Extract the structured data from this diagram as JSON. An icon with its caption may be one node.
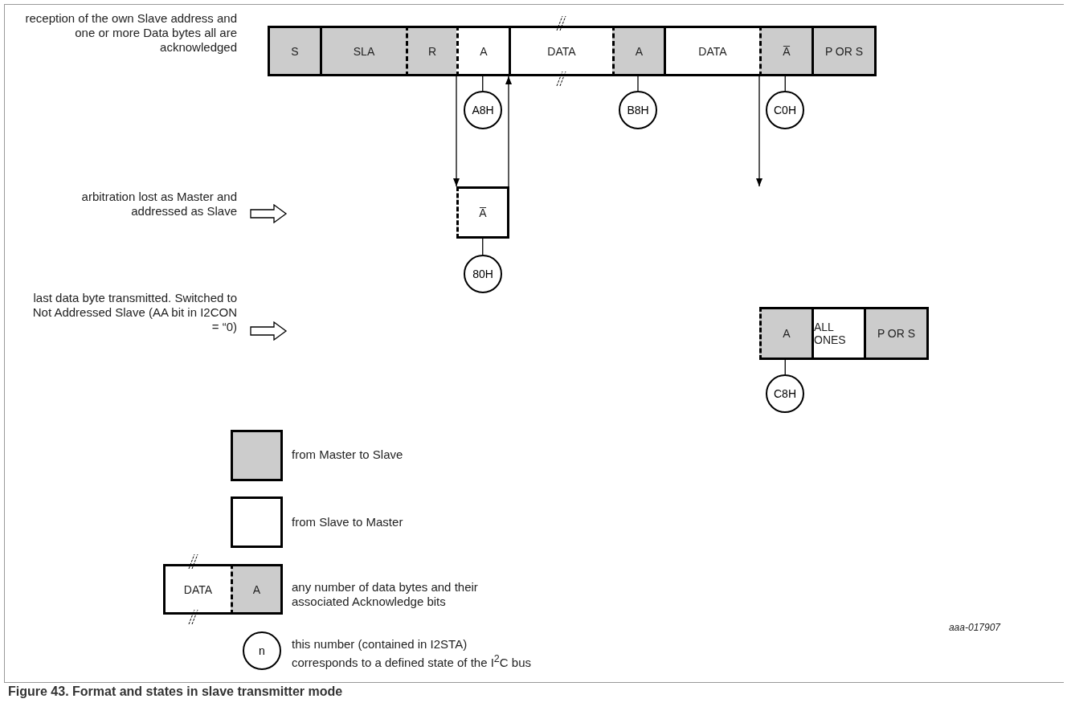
{
  "diagram": {
    "caption": "Figure 43. Format and states in slave transmitter mode",
    "nodes": [
      {
        "text": [
          "S"
        ]
      },
      {
        "text": [
          "SLA"
        ]
      },
      {
        "text": [
          "R"
        ]
      },
      {
        "text": [
          "A"
        ]
      },
      {
        "text": [
          "DATA"
        ]
      },
      {
        "text": [
          "A"
        ]
      },
      {
        "text": [
          "DATA"
        ]
      },
      {
        "text": [
          "A̅"
        ]
      },
      {
        "text": [
          "P OR S"
        ]
      },
      {
        "text": [
          "A8H"
        ]
      },
      {
        "text": [
          "B8H"
        ]
      },
      {
        "text": [
          "C0H"
        ]
      },
      {
        "text": [
          "A̅"
        ]
      },
      {
        "text": [
          "80H"
        ]
      },
      {
        "text": [
          "A"
        ]
      },
      {
        "text": [
          "ALL ONES"
        ]
      },
      {
        "text": [
          "P OR S"
        ]
      },
      {
        "text": [
          "C8H"
        ]
      },
      {
        "text": [
          "DATA"
        ]
      },
      {
        "text": [
          "A"
        ]
      },
      {
        "text": [
          "n"
        ]
      }
    ],
    "edges": [
      {
        "from": 3,
        "to": 9,
        "arrow": "none"
      },
      {
        "from": 5,
        "to": 10,
        "arrow": "none"
      },
      {
        "from": 7,
        "to": 11,
        "arrow": "none"
      },
      {
        "from": 3,
        "to": 12,
        "arrow": "to"
      },
      {
        "from": 12,
        "to": 4,
        "arrow": "to"
      },
      {
        "from": 7,
        "to": null,
        "arrow": "to"
      },
      {
        "from": 12,
        "to": 13,
        "arrow": "none"
      },
      {
        "from": 14,
        "to": 17,
        "arrow": "none"
      }
    ],
    "labels": [
      "reception of the own Slave address and one or more Data bytes all are acknowledged",
      "arbitration lost as Master and addressed as Slave",
      "last data byte transmitted. Switched to Not Addressed Slave (AA bit in I2CON = “0)",
      "aaa-017907"
    ],
    "legend": [
      {
        "text": "from Master to Slave",
        "color": "#cccccc"
      },
      {
        "text": "from Slave to Master",
        "color": "#ffffff"
      },
      {
        "text": "any number of data bytes and their associated Acknowledge bits"
      },
      {
        "text": "this number (contained in I2STA) corresponds to a defined state of the I$^{2}$C bus"
      }
    ]
  }
}
